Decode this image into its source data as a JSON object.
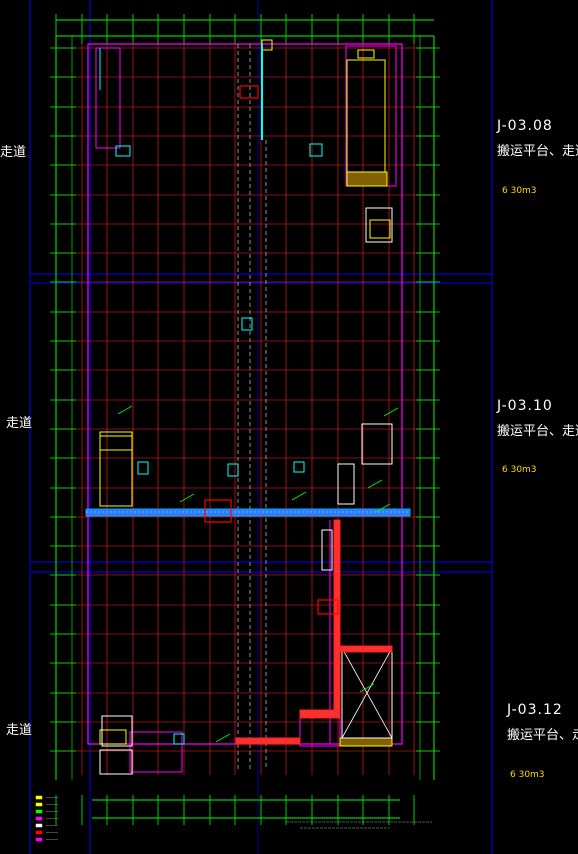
{
  "sheets": [
    {
      "code": "J-03.08",
      "name": "搬运平台、走道平",
      "area": "6 30m3"
    },
    {
      "code": "J-03.10",
      "name": "搬运平台、走道平",
      "area": "6 30m3"
    },
    {
      "code": "J-03.12",
      "name": "搬运平台、走道",
      "area": "6 30m3"
    }
  ],
  "left_labels": [
    "走道",
    "走道",
    "走道"
  ],
  "colors": {
    "background": "#000000",
    "grid": "#ff2020",
    "axis": "#00ff00",
    "frame": "#0000ff",
    "walls": "#ff00ff",
    "equipment": "#ffff00",
    "beam": "#00aaff",
    "text": "#ffffff",
    "ducts": "#00ffff"
  }
}
